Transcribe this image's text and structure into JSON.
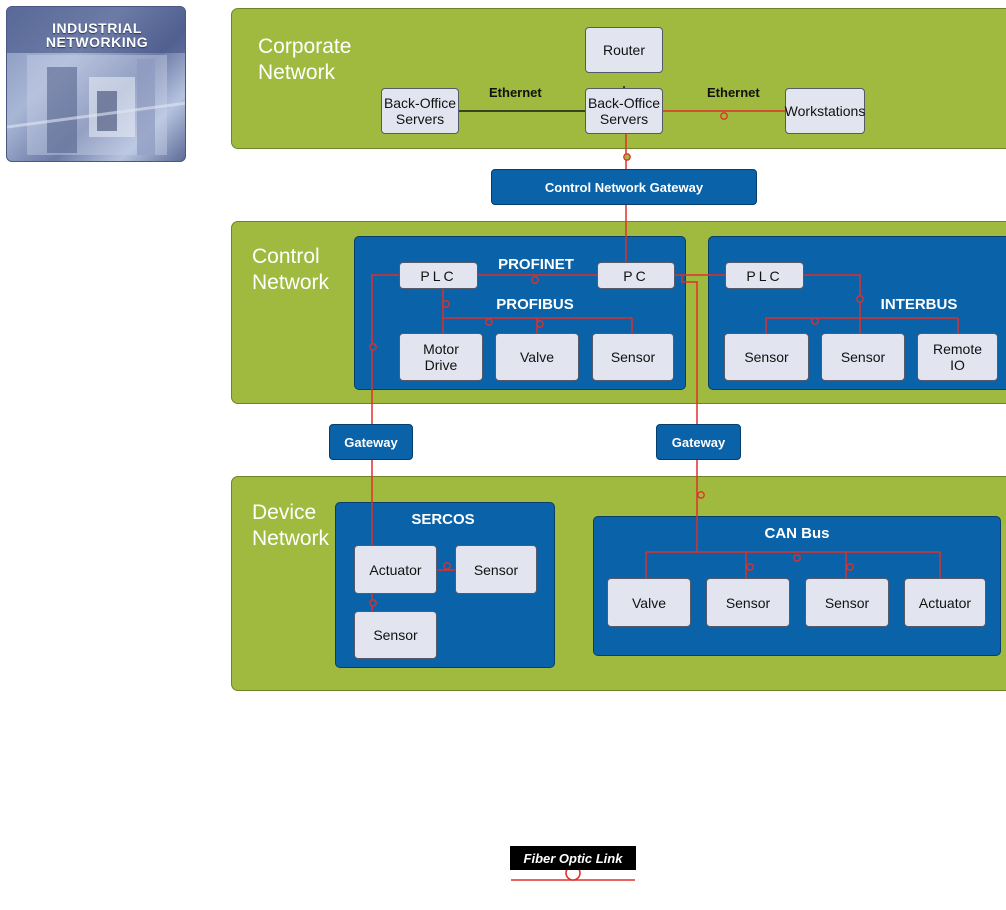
{
  "badge": {
    "title": "INDUSTRIAL\nNETWORKING"
  },
  "zones": {
    "corporate": {
      "label": "Corporate\nNetwork"
    },
    "control": {
      "label": "Control\nNetwork"
    },
    "device": {
      "label": "Device\nNetwork"
    }
  },
  "corporate": {
    "router": "Router",
    "back_office_left": "Back-Office\nServers",
    "back_office_center": "Back-Office\nServers",
    "workstations": "Workstations",
    "ethernet_left": "Ethernet",
    "ethernet_right": "Ethernet"
  },
  "control_gateway": "Control Network Gateway",
  "control": {
    "profinet": "PROFINET",
    "profibus": "PROFIBUS",
    "interbus": "INTERBUS",
    "plc_left": "PLC",
    "pc": "PC",
    "plc_right": "PLC",
    "motor_drive": "Motor\nDrive",
    "valve": "Valve",
    "sensor": "Sensor",
    "ib_sensor_1": "Sensor",
    "ib_sensor_2": "Sensor",
    "remote_io": "Remote\nIO"
  },
  "gateways": {
    "left": "Gateway",
    "right": "Gateway"
  },
  "device": {
    "sercos": "SERCOS",
    "can_bus": "CAN Bus",
    "actuator": "Actuator",
    "sercos_sensor_1": "Sensor",
    "sercos_sensor_2": "Sensor",
    "can_valve": "Valve",
    "can_sensor_1": "Sensor",
    "can_sensor_2": "Sensor",
    "can_actuator": "Actuator"
  },
  "legend": {
    "label": "Fiber Optic Link"
  },
  "colors": {
    "zone_green": "#9fba3e",
    "panel_blue": "#0a62a8",
    "node_fill": "#e2e5f0",
    "fiber_red": "#e0302a",
    "copper_black": "#1a1a1a"
  }
}
